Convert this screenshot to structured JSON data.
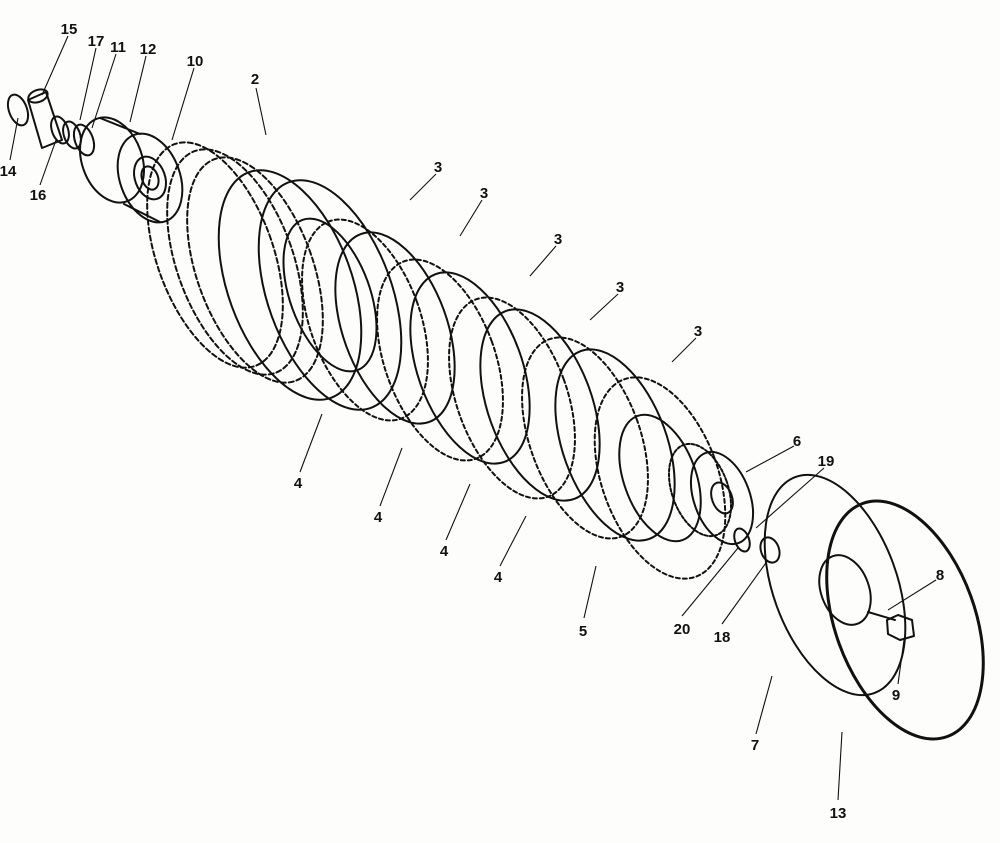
{
  "diagram": {
    "kind": "exploded-parts-drawing",
    "subject": "multi-plate clutch assembly",
    "ink_color": "#111111",
    "paper_color": "#fdfdfc",
    "callouts": [
      {
        "id": "c15",
        "label": "15"
      },
      {
        "id": "c17",
        "label": "17"
      },
      {
        "id": "c11",
        "label": "11"
      },
      {
        "id": "c12",
        "label": "12"
      },
      {
        "id": "c10",
        "label": "10"
      },
      {
        "id": "c14",
        "label": "14"
      },
      {
        "id": "c16",
        "label": "16"
      },
      {
        "id": "c2",
        "label": "2"
      },
      {
        "id": "c3a",
        "label": "3"
      },
      {
        "id": "c3b",
        "label": "3"
      },
      {
        "id": "c3c",
        "label": "3"
      },
      {
        "id": "c3d",
        "label": "3"
      },
      {
        "id": "c3e",
        "label": "3"
      },
      {
        "id": "c4a",
        "label": "4"
      },
      {
        "id": "c4b",
        "label": "4"
      },
      {
        "id": "c4c",
        "label": "4"
      },
      {
        "id": "c4d",
        "label": "4"
      },
      {
        "id": "c6",
        "label": "6"
      },
      {
        "id": "c19",
        "label": "19"
      },
      {
        "id": "c8",
        "label": "8"
      },
      {
        "id": "c5",
        "label": "5"
      },
      {
        "id": "c20",
        "label": "20"
      },
      {
        "id": "c18",
        "label": "18"
      },
      {
        "id": "c9",
        "label": "9"
      },
      {
        "id": "c7",
        "label": "7"
      },
      {
        "id": "c13",
        "label": "13"
      }
    ]
  }
}
